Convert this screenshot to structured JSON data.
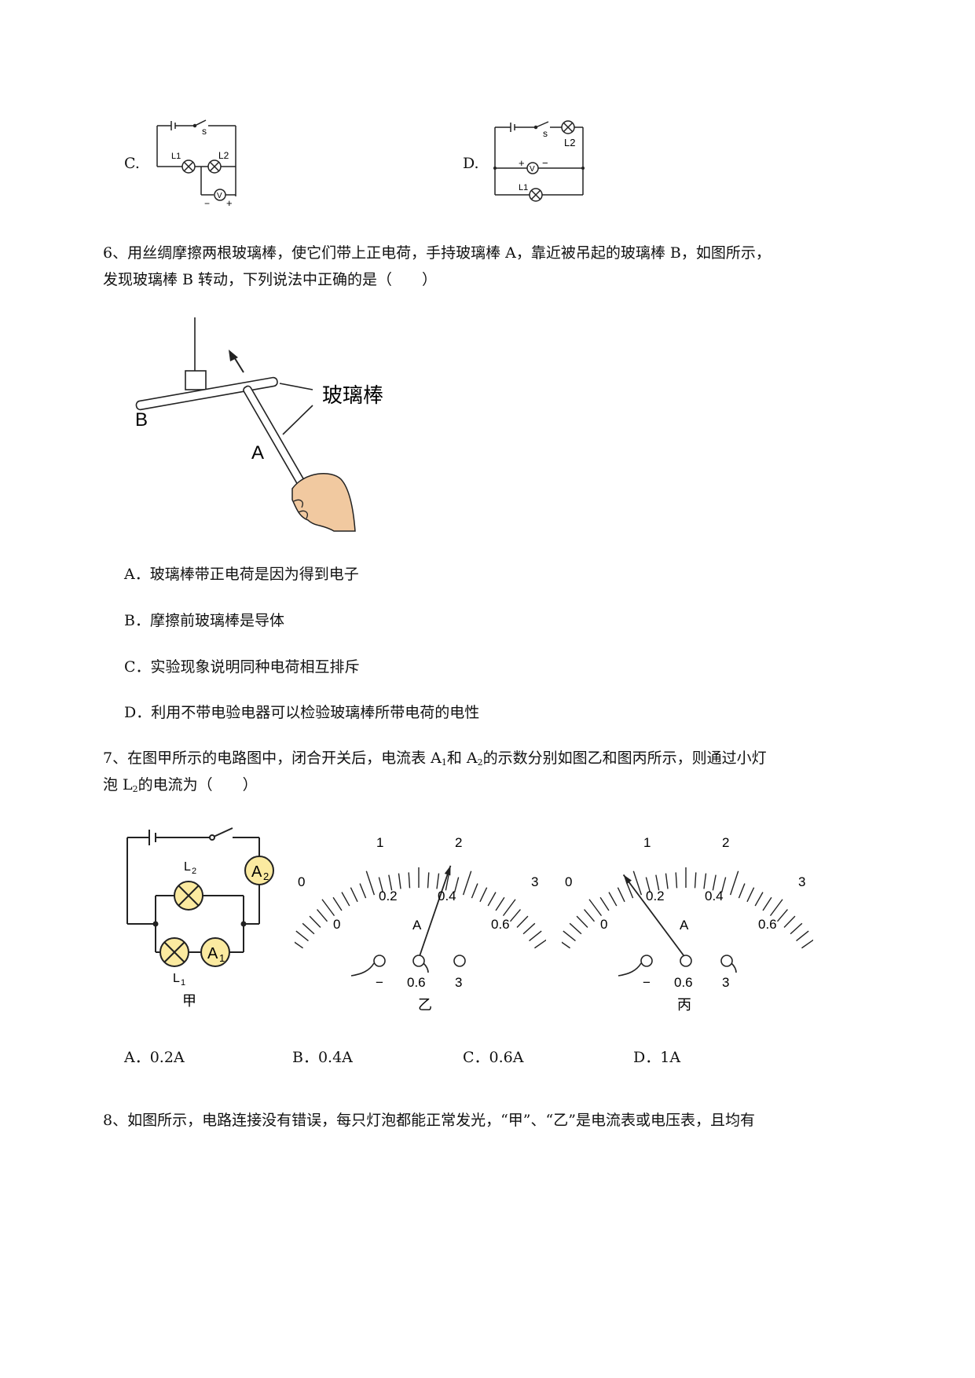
{
  "q5": {
    "opt_c": "C.",
    "opt_d": "D.",
    "fig_c": {
      "switch": "s",
      "l1": "L1",
      "l2": "L2",
      "meter": "V",
      "minus": "−",
      "plus": "+"
    },
    "fig_d": {
      "switch": "s",
      "l2": "L2",
      "l1": "L1",
      "meter": "V",
      "plus": "+",
      "minus": "−"
    }
  },
  "q6": {
    "line1": "6、用丝绸摩擦两根玻璃棒，使它们带上正电荷，手持玻璃棒 A，靠近被吊起的玻璃棒 B，如图所示，",
    "line2": "发现玻璃棒 B 转动，下列说法中正确的是（　　）",
    "figure": {
      "label_glass": "玻璃棒",
      "label_a": "A",
      "label_b": "B"
    },
    "options": [
      "A．玻璃棒带正电荷是因为得到电子",
      "B．摩擦前玻璃棒是导体",
      "C．实验现象说明同种电荷相互排斥",
      "D．利用不带电验电器可以检验玻璃棒所带电荷的电性"
    ]
  },
  "q7": {
    "line1_a": "7、在图甲所示的电路图中，闭合开关后，电流表 A",
    "line1_sub1": "1",
    "line1_b": "和 A",
    "line1_sub2": "2",
    "line1_c": "的示数分别如图乙和图丙所示，则通过小灯",
    "line2_a": "泡 L",
    "line2_sub": "2",
    "line2_b": "的电流为（　　）",
    "fig_jia": {
      "caption": "甲",
      "l2": "L",
      "l2sub": "2",
      "l1": "L",
      "l1sub": "1",
      "a1": "A",
      "a1sub": "1",
      "a2": "A",
      "a2sub": "2"
    },
    "meter_yi": {
      "caption": "乙",
      "unit": "A",
      "top_labels": [
        "0",
        "1",
        "2",
        "3"
      ],
      "bottom_labels": [
        "0",
        "0.2",
        "0.4",
        "0.6"
      ],
      "terminals": [
        "−",
        "0.6",
        "3"
      ],
      "reading_scale_06": 0.36
    },
    "meter_bing": {
      "caption": "丙",
      "unit": "A",
      "top_labels": [
        "0",
        "1",
        "2",
        "3"
      ],
      "bottom_labels": [
        "0",
        "0.2",
        "0.4",
        "0.6"
      ],
      "terminals": [
        "−",
        "0.6",
        "3"
      ],
      "reading_scale_06": 0.18
    },
    "options": [
      "A．0.2A",
      "B．0.4A",
      "C．0.6A",
      "D．1A"
    ]
  },
  "q8": {
    "line1": "8、如图所示，电路连接没有错误，每只灯泡都能正常发光，“甲”、“乙”是电流表或电压表，且均有"
  }
}
